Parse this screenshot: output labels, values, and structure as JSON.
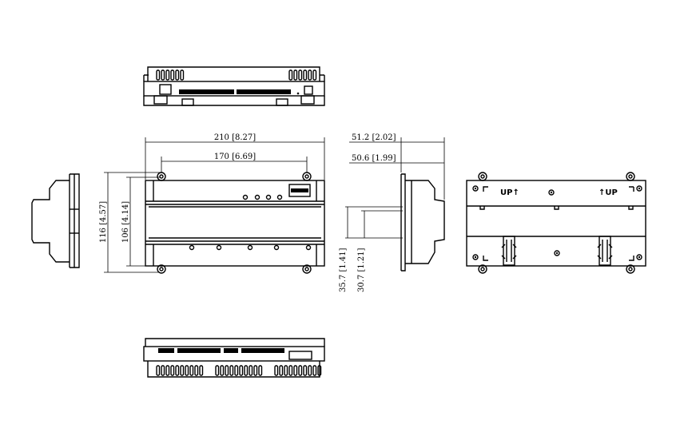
{
  "dimensions": {
    "width_total": "210 [8.27]",
    "width_mount": "170 [6.69]",
    "height_total": "116 [4.57]",
    "height_mount": "106 [4.14]",
    "depth_total": "51.2 [2.02]",
    "depth_body": "50.6 [1.99]",
    "rail_outer": "35.7 [1.41]",
    "rail_inner": "30.7 [1.21]"
  },
  "rear_labels": {
    "up_left": "UP↑",
    "up_right": "↑UP"
  }
}
